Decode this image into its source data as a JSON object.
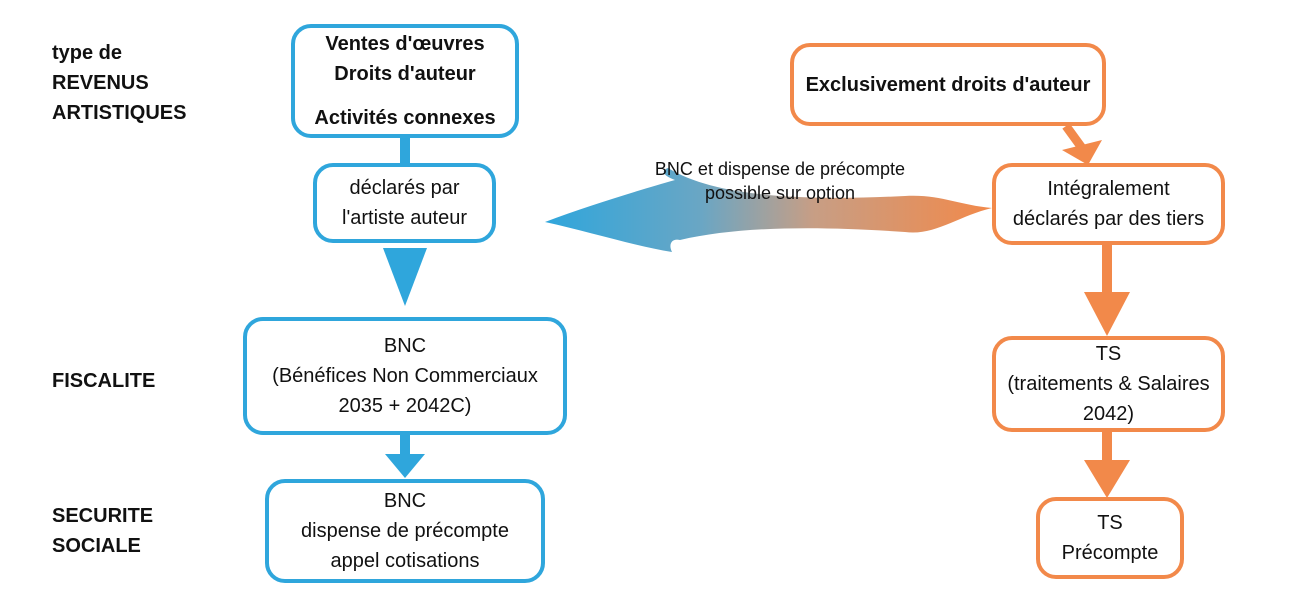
{
  "colors": {
    "blue": "#2fa6dc",
    "orange": "#f2894a"
  },
  "row_labels": {
    "revenus": "type de\nREVENUS\nARTISTIQUES",
    "fiscalite": "FISCALITE",
    "securite": "SECURITE\nSOCIALE"
  },
  "left": {
    "revenus_lines": [
      "Ventes d'œuvres",
      "Droits d'auteur",
      "Activités connexes"
    ],
    "declares_lines": [
      "déclarés par",
      "l'artiste auteur"
    ],
    "fiscalite_lines": [
      "BNC",
      "(Bénéfices Non Commerciaux",
      "2035 + 2042C)"
    ],
    "securite_lines": [
      "BNC",
      "dispense de précompte",
      "appel cotisations"
    ]
  },
  "right": {
    "revenus_lines": [
      "Exclusivement droits d'auteur"
    ],
    "declares_lines": [
      "Intégralement",
      "déclarés par des tiers"
    ],
    "fiscalite_lines": [
      "TS",
      "(traitements & Salaires",
      "2042)"
    ],
    "securite_lines": [
      "TS",
      "Précompte"
    ]
  },
  "option_arrow": {
    "lines": [
      "BNC et dispense de précompte",
      "possible sur option"
    ]
  }
}
